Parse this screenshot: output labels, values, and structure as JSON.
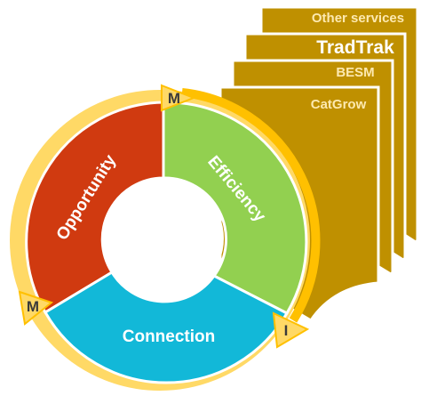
{
  "services": [
    {
      "label": "Other services"
    },
    {
      "label": "TradTrak"
    },
    {
      "label": "BESM"
    },
    {
      "label": "CatGrow"
    }
  ],
  "cycle": {
    "segments": [
      {
        "label": "Opportunity",
        "color": "#d03a10"
      },
      {
        "label": "Efficiency",
        "color": "#92d050"
      },
      {
        "label": "Connection",
        "color": "#12b8d8"
      }
    ],
    "markers": [
      {
        "letter": "M"
      },
      {
        "letter": "I"
      },
      {
        "letter": "M"
      }
    ]
  },
  "colors": {
    "stack_fill": "#bf9000",
    "ring_light": "#ffd966",
    "ring_orange": "#ffc000"
  }
}
